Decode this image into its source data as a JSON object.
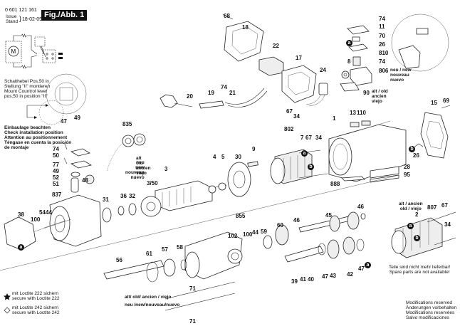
{
  "header": {
    "part_number": "0 601 121 161",
    "issue_label_1": "Issue",
    "issue_label_2": "Stand",
    "issue_date": "18-02-09",
    "figure_label": "Fig./Abb. 1"
  },
  "notes": {
    "control_lever": [
      "Schalthebel Pos.50 in",
      "Stellung \"II\" montieren",
      "Mount Countrol lever",
      "pos.50 in position \"II\""
    ],
    "installation": [
      "Einbaulage beachten",
      "Check installation position",
      "Attention au positionnement",
      "Téngase en cuenta la posición",
      "de montaje"
    ],
    "new_label": [
      "neu",
      "new",
      "nouveau",
      "nuevo"
    ],
    "old_label": [
      "alt",
      "old",
      "ancien",
      "viejo"
    ],
    "neu_new_806": [
      "neu / new",
      "nouveau",
      "nuevo"
    ],
    "alt_old_90": [
      "alt / old",
      "ancien",
      "viejo"
    ],
    "alt_old_2": [
      "alt / ancien",
      "old / viejo"
    ],
    "not_available": [
      "Teile sind nicht mehr lieferbar!",
      "Spare parts are not available!"
    ],
    "screw_old": "alt/ old/ ancien / viejo",
    "screw_new": "neu /new/nouveau/nuevo"
  },
  "legend": {
    "loctite_222": [
      "mit Loctite 222 sichern",
      "secure with Loctite 222"
    ],
    "loctite_242": [
      "mit Loctite 242 sichern",
      "secure with Loctite 242"
    ]
  },
  "footer": {
    "modifications": [
      "Modifications reserved",
      "Änderungen vorbehalten",
      "Modifications reservées",
      "Salvo modificaciones"
    ]
  },
  "markers": {
    "a": "a",
    "b": "b"
  },
  "part_labels": [
    {
      "id": "68",
      "text": "68"
    },
    {
      "id": "18",
      "text": "18"
    },
    {
      "id": "22",
      "text": "22"
    },
    {
      "id": "17",
      "text": "17"
    },
    {
      "id": "24",
      "text": "24"
    },
    {
      "id": "74a",
      "text": "74"
    },
    {
      "id": "21",
      "text": "21"
    },
    {
      "id": "20",
      "text": "20"
    },
    {
      "id": "19",
      "text": "19"
    },
    {
      "id": "67a",
      "text": "67"
    },
    {
      "id": "34a",
      "text": "34"
    },
    {
      "id": "74b",
      "text": "74"
    },
    {
      "id": "11",
      "text": "11"
    },
    {
      "id": "70",
      "text": "70"
    },
    {
      "id": "26a",
      "text": "26"
    },
    {
      "id": "810",
      "text": "810"
    },
    {
      "id": "8",
      "text": "8"
    },
    {
      "id": "74c",
      "text": "74"
    },
    {
      "id": "806",
      "text": "806"
    },
    {
      "id": "90",
      "text": "90"
    },
    {
      "id": "13",
      "text": "13"
    },
    {
      "id": "110",
      "text": "110"
    },
    {
      "id": "1",
      "text": "1"
    },
    {
      "id": "15",
      "text": "15"
    },
    {
      "id": "69",
      "text": "69"
    },
    {
      "id": "26b",
      "text": "26"
    },
    {
      "id": "28",
      "text": "28"
    },
    {
      "id": "95",
      "text": "95"
    },
    {
      "id": "888",
      "text": "888"
    },
    {
      "id": "802",
      "text": "802"
    },
    {
      "id": "7",
      "text": "7"
    },
    {
      "id": "67b",
      "text": "67"
    },
    {
      "id": "34b",
      "text": "34"
    },
    {
      "id": "9",
      "text": "9"
    },
    {
      "id": "30",
      "text": "30"
    },
    {
      "id": "5",
      "text": "5"
    },
    {
      "id": "4",
      "text": "4"
    },
    {
      "id": "3",
      "text": "3"
    },
    {
      "id": "3_50",
      "text": "3/50"
    },
    {
      "id": "835",
      "text": "835"
    },
    {
      "id": "49a",
      "text": "49"
    },
    {
      "id": "47a",
      "text": "47"
    },
    {
      "id": "74d",
      "text": "74"
    },
    {
      "id": "50",
      "text": "50"
    },
    {
      "id": "77",
      "text": "77"
    },
    {
      "id": "49b",
      "text": "49"
    },
    {
      "id": "52",
      "text": "52"
    },
    {
      "id": "51",
      "text": "51"
    },
    {
      "id": "48",
      "text": "48"
    },
    {
      "id": "837",
      "text": "837"
    },
    {
      "id": "31",
      "text": "31"
    },
    {
      "id": "36",
      "text": "36"
    },
    {
      "id": "32",
      "text": "32"
    },
    {
      "id": "38",
      "text": "38"
    },
    {
      "id": "100a",
      "text": "100"
    },
    {
      "id": "54",
      "text": "54"
    },
    {
      "id": "44a",
      "text": "44"
    },
    {
      "id": "855",
      "text": "855"
    },
    {
      "id": "102",
      "text": "102"
    },
    {
      "id": "100b",
      "text": "100"
    },
    {
      "id": "44b",
      "text": "44"
    },
    {
      "id": "59",
      "text": "59"
    },
    {
      "id": "60",
      "text": "60"
    },
    {
      "id": "46a",
      "text": "46"
    },
    {
      "id": "45",
      "text": "45"
    },
    {
      "id": "46b",
      "text": "46"
    },
    {
      "id": "56",
      "text": "56"
    },
    {
      "id": "61",
      "text": "61"
    },
    {
      "id": "57",
      "text": "57"
    },
    {
      "id": "58",
      "text": "58"
    },
    {
      "id": "71a",
      "text": "71"
    },
    {
      "id": "71b",
      "text": "71"
    },
    {
      "id": "39",
      "text": "39"
    },
    {
      "id": "41",
      "text": "41"
    },
    {
      "id": "40",
      "text": "40"
    },
    {
      "id": "47b",
      "text": "47"
    },
    {
      "id": "43",
      "text": "43"
    },
    {
      "id": "42",
      "text": "42"
    },
    {
      "id": "47c",
      "text": "47"
    },
    {
      "id": "807",
      "text": "807"
    },
    {
      "id": "67c",
      "text": "67"
    },
    {
      "id": "2",
      "text": "2"
    },
    {
      "id": "34c",
      "text": "34"
    }
  ]
}
